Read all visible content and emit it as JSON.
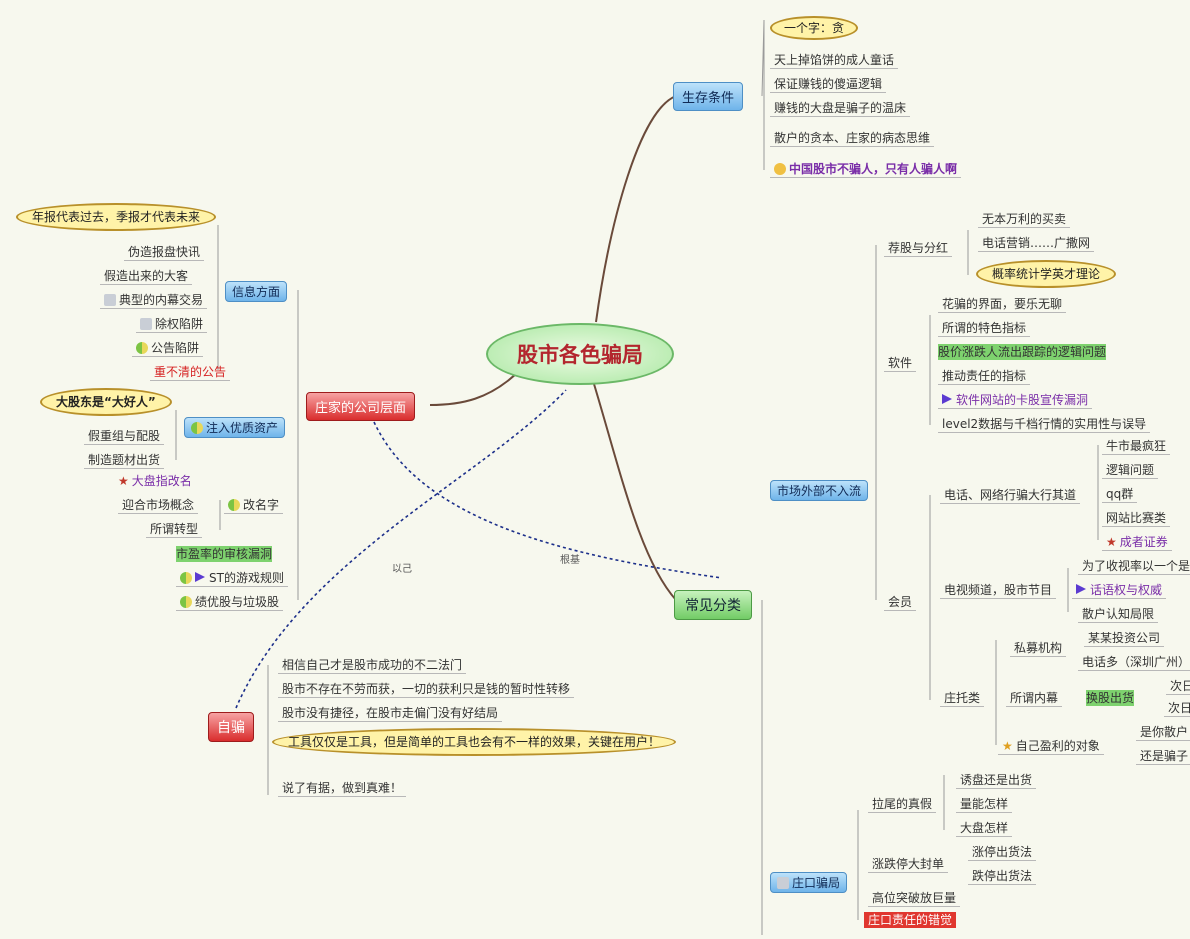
{
  "central": "股市各色骗局",
  "survival": {
    "label": "生存条件",
    "callout": "一个字：贪",
    "items": [
      "天上掉馅饼的成人童话",
      "保证赚钱的傻逼逻辑",
      "赚钱的大盘是骗子的温床",
      "散户的贪本、庄家的病态思维",
      "中国股市不骗人，只有人骗人啊"
    ]
  },
  "public": {
    "label": "庄家的公司层面",
    "callout": "年报代表过去，季报才代表未来",
    "info": {
      "label": "信息方面",
      "items": [
        "伪造报盘快讯",
        "假造出来的大客",
        "典型的内幕交易",
        "除权陷阱",
        "公告陷阱",
        "重不清的公告"
      ]
    },
    "asset": {
      "label": "注入优质资产",
      "callout": "大股东是“大好人”",
      "items": [
        "假重组与配股",
        "制造题材出货"
      ]
    },
    "rename": {
      "label": "改名字",
      "items": [
        "大盘指改名",
        "迎合市场概念",
        "所谓转型"
      ]
    },
    "extra": [
      "市盈率的审核漏洞",
      "ST的游戏规则",
      "绩优股与垃圾股"
    ]
  },
  "common": {
    "label": "常见分类",
    "market": {
      "label": "市场外部不入流"
    },
    "recommend": {
      "label": "荐股与分红",
      "items": [
        "无本万利的买卖",
        "电话营销……广撒网"
      ],
      "callout": "概率统计学英才理论"
    },
    "software": {
      "label": "软件",
      "items": [
        "花骗的界面，要乐无聊",
        "所谓的特色指标",
        "股价涨跌人流出跟踪的逻辑问题",
        "推动责任的指标",
        "软件网站的卡股宣传漏洞",
        "level2数据与千档行情的实用性与误导"
      ]
    },
    "member": {
      "label": "会员",
      "phone_label": "电话、网络行骗大行其道",
      "phone_items": [
        "牛市最疯狂",
        "逻辑问题",
        "qq群",
        "网站比赛类",
        "成者证券"
      ],
      "tv_label": "电视频道，股市节目",
      "tv_items": [
        "为了收视率以一个是",
        "话语权与权威",
        "散户认知局限"
      ]
    },
    "trust": {
      "label": "庄托类",
      "private_label": "私募机构",
      "private_items": [
        "某某投资公司",
        "电话多（深圳广州）"
      ],
      "inside_label": "所谓内幕",
      "inside_tag": "换股出货",
      "inside_items": [
        "次日",
        "次日"
      ],
      "return_label": "自己盈利的对象",
      "return_items": [
        "是你散户",
        "还是骗子"
      ]
    },
    "dealer": {
      "label": "庄口骗局",
      "trap_label": "拉尾的真假",
      "trap_items": [
        "诱盘还是出货",
        "量能怎样",
        "大盘怎样"
      ],
      "board_label": "涨跌停大封单",
      "board_items": [
        "涨停出货法",
        "跌停出货法"
      ],
      "high_label": "高位突破放巨量",
      "last": "庄口责任的错觉"
    }
  },
  "self": {
    "label": "自骗",
    "items": [
      "相信自己才是股市成功的不二法门",
      "股市不存在不劳而获，一切的获利只是钱的暂时性转移",
      "股市没有捷径，在股市走偏门没有好结局",
      "说了有据，做到真难！"
    ],
    "callout": "工具仅仅是工具，但是简单的工具也会有不一样的效果，关键在用户！"
  },
  "relation_labels": [
    "以己",
    "根基"
  ]
}
